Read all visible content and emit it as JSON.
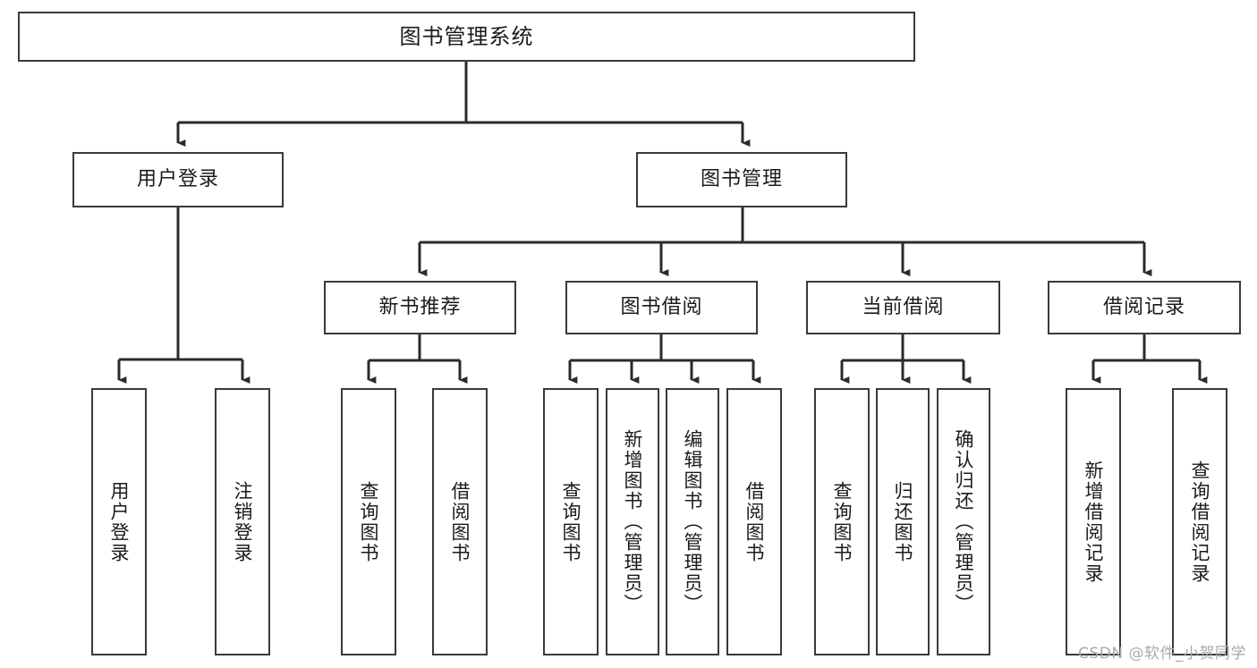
{
  "diagram": {
    "type": "hierarchy-tree",
    "title": "图书管理系统",
    "root": {
      "id": "root",
      "label": "图书管理系统"
    },
    "level2": [
      {
        "id": "user-login",
        "label": "用户登录"
      },
      {
        "id": "book-manage",
        "label": "图书管理"
      }
    ],
    "level3": [
      {
        "id": "new-book-recommend",
        "label": "新书推荐",
        "parent": "book-manage"
      },
      {
        "id": "book-borrow",
        "label": "图书借阅",
        "parent": "book-manage"
      },
      {
        "id": "current-borrow",
        "label": "当前借阅",
        "parent": "book-manage"
      },
      {
        "id": "borrow-record",
        "label": "借阅记录",
        "parent": "book-manage"
      }
    ],
    "leaves": [
      {
        "id": "leaf-user-login",
        "label": "用户登录",
        "parent": "user-login"
      },
      {
        "id": "leaf-user-logout",
        "label": "注销登录",
        "parent": "user-login"
      },
      {
        "id": "leaf-query-book-1",
        "label": "查询图书",
        "parent": "new-book-recommend"
      },
      {
        "id": "leaf-borrow-book-1",
        "label": "借阅图书",
        "parent": "new-book-recommend"
      },
      {
        "id": "leaf-query-book-2",
        "label": "查询图书",
        "parent": "book-borrow"
      },
      {
        "id": "leaf-add-book",
        "label": "新增图书（管理员）",
        "parent": "book-borrow"
      },
      {
        "id": "leaf-edit-book",
        "label": "编辑图书（管理员）",
        "parent": "book-borrow"
      },
      {
        "id": "leaf-borrow-book-2",
        "label": "借阅图书",
        "parent": "book-borrow"
      },
      {
        "id": "leaf-query-book-3",
        "label": "查询图书",
        "parent": "current-borrow"
      },
      {
        "id": "leaf-return-book",
        "label": "归还图书",
        "parent": "current-borrow"
      },
      {
        "id": "leaf-confirm-return",
        "label": "确认归还（管理员）",
        "parent": "current-borrow"
      },
      {
        "id": "leaf-add-record",
        "label": "新增借阅记录",
        "parent": "borrow-record"
      },
      {
        "id": "leaf-query-record",
        "label": "查询借阅记录",
        "parent": "borrow-record"
      }
    ],
    "colors": {
      "box_border": "#3a3a3a",
      "box_fill": "#ffffff",
      "connector": "#2b2b2b",
      "text": "#1b1b1b",
      "watermark": "#a9a9a9"
    }
  },
  "watermark": {
    "text": "CSDN @软件_小贺同学"
  }
}
